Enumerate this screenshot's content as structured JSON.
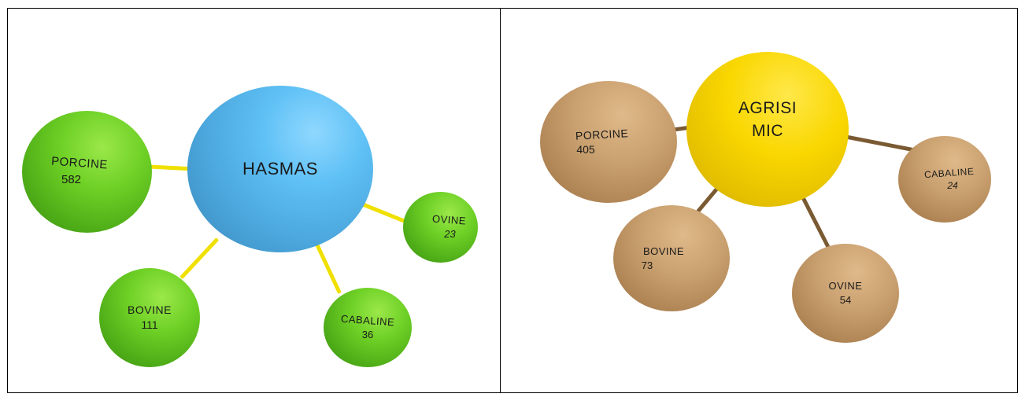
{
  "colors": {
    "left_satellite": "#5cc21f",
    "left_center": "#55b6ea",
    "left_edge": "#f0e000",
    "right_satellite": "#c39a68",
    "right_center": "#f7d400",
    "right_edge": "#7a5a32"
  },
  "left": {
    "center": {
      "label": "HASMAS"
    },
    "nodes": [
      {
        "label": "PORCINE",
        "value": "582"
      },
      {
        "label": "BOVINE",
        "value": "111"
      },
      {
        "label": "CABALINE",
        "value": "36"
      },
      {
        "label": "OVINE",
        "value": "23"
      }
    ]
  },
  "right": {
    "center": {
      "label_line1": "AGRISI",
      "label_line2": "MIC"
    },
    "nodes": [
      {
        "label": "PORCINE",
        "value": "405"
      },
      {
        "label": "BOVINE",
        "value": "73"
      },
      {
        "label": "OVINE",
        "value": "54"
      },
      {
        "label": "CABALINE",
        "value": "24"
      }
    ]
  }
}
